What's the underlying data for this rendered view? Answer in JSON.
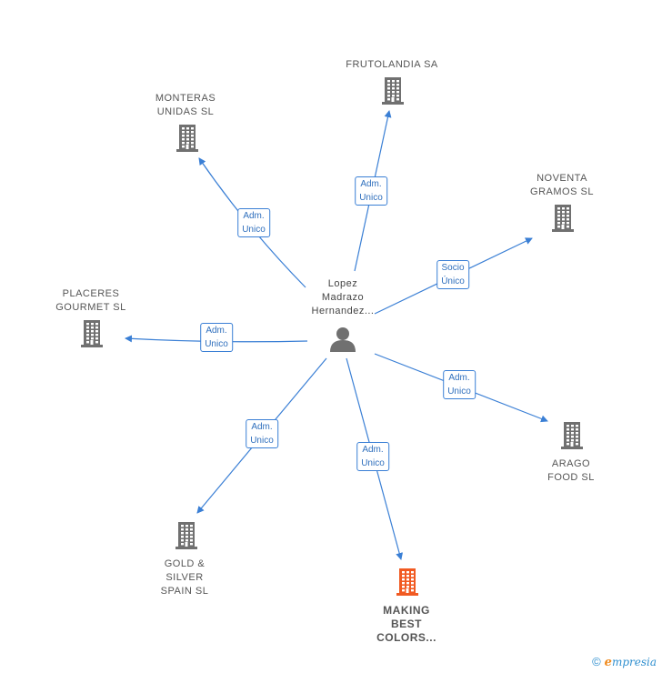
{
  "center": {
    "label": "Lopez\nMadrazo\nHernandez...",
    "icon": "person-icon"
  },
  "nodes": [
    {
      "id": "frutolandia",
      "label": "FRUTOLANDIA SA",
      "icon": "building-icon",
      "color": "#707070"
    },
    {
      "id": "monteras",
      "label": "MONTERAS\nUNIDAS  SL",
      "icon": "building-icon",
      "color": "#707070"
    },
    {
      "id": "noventa",
      "label": "NOVENTA\nGRAMOS SL",
      "icon": "building-icon",
      "color": "#707070"
    },
    {
      "id": "placeres",
      "label": "PLACERES\nGOURMET SL",
      "icon": "building-icon",
      "color": "#707070"
    },
    {
      "id": "arago",
      "label": "ARAGO\nFOOD  SL",
      "icon": "building-icon",
      "color": "#707070"
    },
    {
      "id": "gold",
      "label": "GOLD &\nSILVER\nSPAIN  SL",
      "icon": "building-icon",
      "color": "#707070"
    },
    {
      "id": "making",
      "label": "MAKING\nBEST\nCOLORS...",
      "icon": "building-icon",
      "color": "#f15a22",
      "highlight": true
    }
  ],
  "edges": [
    {
      "to": "frutolandia",
      "label": "Adm.\nUnico"
    },
    {
      "to": "monteras",
      "label": "Adm.\nUnico"
    },
    {
      "to": "noventa",
      "label": "Socio\nÚnico"
    },
    {
      "to": "placeres",
      "label": "Adm.\nUnico"
    },
    {
      "to": "arago",
      "label": "Adm.\nUnico"
    },
    {
      "to": "gold",
      "label": "Adm.\nUnico"
    },
    {
      "to": "making",
      "label": "Adm.\nUnico"
    }
  ],
  "colors": {
    "edge": "#3a7fd5",
    "node": "#707070",
    "highlight": "#f15a22"
  },
  "footer": {
    "copyright": "©",
    "brand_e": "e",
    "brand_rest": "mpresia"
  }
}
